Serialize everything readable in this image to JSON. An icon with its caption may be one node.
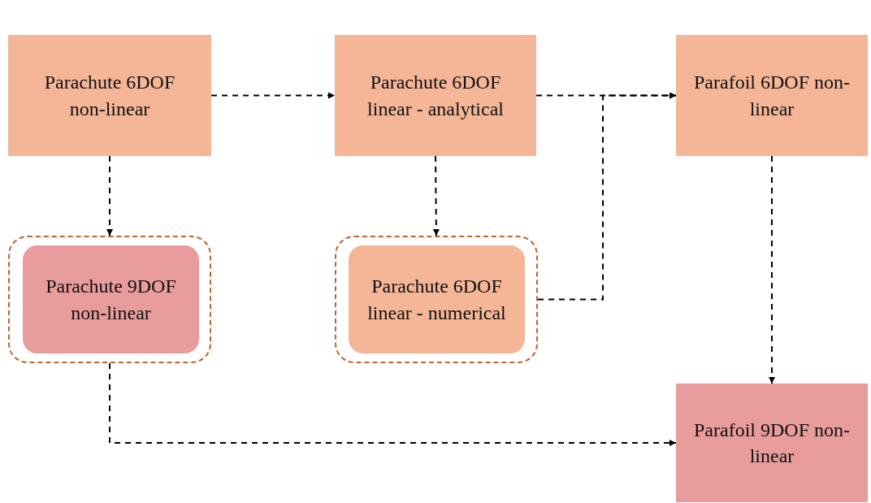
{
  "diagram": {
    "nodes": [
      {
        "text": [
          "Parachute 6DOF non-linear"
        ]
      },
      {
        "text": [
          "Parachute 6DOF linear - analytical"
        ]
      },
      {
        "text": [
          "Parafoil 6DOF non-linear"
        ]
      },
      {
        "text": [],
        "shape": "box"
      },
      {
        "text": [
          "Parachute 9DOF non-linear"
        ],
        "in": 3
      },
      {
        "text": [],
        "shape": "box"
      },
      {
        "text": [
          "Parachute 6DOF linear - numerical"
        ],
        "in": 5
      },
      {
        "text": [
          "Parafoil 9DOF non-linear"
        ]
      }
    ],
    "edges": [
      {
        "from": 0,
        "to": 1,
        "arrow": "to",
        "style": "dashed"
      },
      {
        "from": 1,
        "to": 2,
        "arrow": "to",
        "style": "dashed"
      },
      {
        "from": 0,
        "to": 3,
        "arrow": "to",
        "style": "dashed"
      },
      {
        "from": 1,
        "to": 5,
        "arrow": "to",
        "style": "dashed"
      },
      {
        "from": 5,
        "to": 2,
        "arrow": "to",
        "style": "dashed"
      },
      {
        "from": 2,
        "to": 7,
        "arrow": "to",
        "style": "dashed"
      },
      {
        "from": 3,
        "to": 7,
        "arrow": "to",
        "style": "dashed"
      }
    ]
  }
}
